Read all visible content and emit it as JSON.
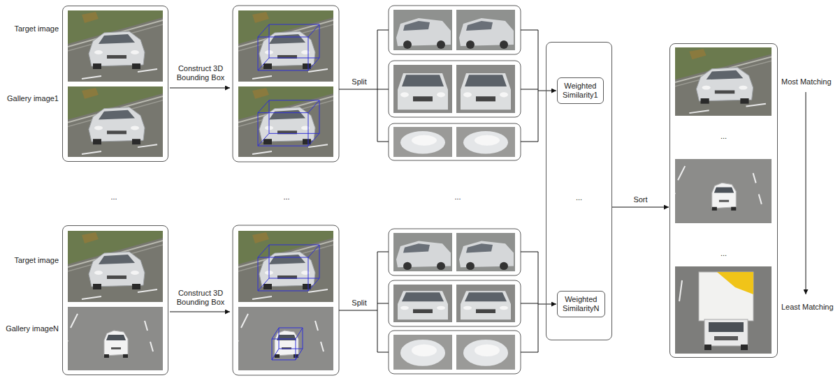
{
  "diagram": {
    "nodes": [
      {
        "text": [
          "Target image",
          "Gallery image1"
        ]
      },
      {
        "text": [
          "Target image",
          "Gallery imageN"
        ]
      },
      {
        "text": [
          "..."
        ]
      },
      {
        "text": [
          "Weighted Similarity1"
        ],
        "in": 2
      },
      {
        "text": [
          "Weighted SimilarityN"
        ],
        "in": 2
      },
      {
        "text": [
          "Most Matching",
          "...",
          "...",
          "Least Matching"
        ]
      }
    ],
    "edges": [
      {
        "from": 2,
        "to": 5,
        "arrow": "to",
        "label": "Sort"
      }
    ],
    "labels": [
      "Construct 3D Bounding Box",
      "Split",
      "...",
      "...",
      "...",
      "Construct 3D Bounding Box",
      "Split"
    ]
  }
}
